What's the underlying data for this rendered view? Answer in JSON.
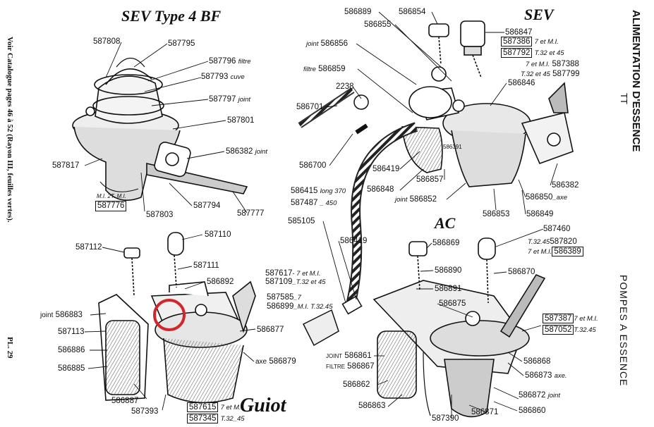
{
  "titles": {
    "sev_type": "SEV  Type 4 BF",
    "sev": "SEV",
    "ac": "AC",
    "guiot": "Guiot"
  },
  "side": {
    "left_note": "Voir Catalogue pages 46 à 52 (Rayon III, feuilles vertes).",
    "plate": "PL. 29",
    "right_top": "ALIMENTATION D'ESSENCE",
    "right_tt": "TT",
    "right_bottom": "POMPES A ESSENCE"
  },
  "labels": {
    "sev4bf": {
      "p587808": "587808",
      "p587795": "587795",
      "p587796": "587796",
      "p587796_note": "filtre",
      "p587793": "587793",
      "p587793_note": "cuve",
      "p587797": "587797",
      "p587797_note": "joint",
      "p587801": "587801",
      "p586382": "586382",
      "p586382_note": "joint",
      "p587817": "587817",
      "hand_note": "M.I. 2T. M.I.",
      "p587776": "587776",
      "p587803": "587803",
      "p587794": "587794",
      "p587777": "587777"
    },
    "guiot": {
      "p587112": "587112",
      "p587110": "587110",
      "p587111": "587111",
      "p586892": "586892",
      "p586883_prefix": "joint",
      "p586883": "586883",
      "p587113": "587113",
      "p586886": "586886",
      "p586885": "586885",
      "p586887": "586887",
      "p587393": "587393",
      "p587617": "587617",
      "p587617_note": "- 7 et M.I.",
      "p587109": "587109",
      "p587109_note": "_T.32 et 45",
      "p587585": "587585",
      "p587585_note": "_7",
      "p586899": "586899",
      "p586899_note": "_M.I. T.32.45",
      "p586877": "586877",
      "p586879_prefix": "axe",
      "p586879": "586879",
      "p587615": "587615",
      "p587615_note": "7 et M.I.",
      "p587345": "587345",
      "p587345_note": "T.32_45"
    },
    "center": {
      "p586701": "586701",
      "p2238": "2238",
      "p586700": "586700",
      "p586415": "586415",
      "p586415_note": "long 370",
      "p587487": "587487",
      "p587487_note": "450",
      "p585105": "585105",
      "p586419b": "586419"
    },
    "sev": {
      "p586889": "586889",
      "p586855": "586855",
      "p586854": "586854",
      "p586847": "586847",
      "p587386": "587386",
      "p587386_note": "7 et M.I.",
      "p587792": "587792",
      "p587792_note": "T.32 et 45",
      "p587388_note": "7 et M.I.",
      "p587388": "587388",
      "p587799_note": "T.32 et 45",
      "p587799": "587799",
      "p586856_prefix": "joint",
      "p586856": "586856",
      "p586859_prefix": "filtre",
      "p586859": "586859",
      "p586846": "586846",
      "p586391": "586391",
      "p586419": "586419",
      "p586848": "586848",
      "p586857": "586857",
      "p586852_prefix": "joint",
      "p586852": "586852",
      "p586853": "586853",
      "p586849": "586849",
      "p586850": "586850",
      "p586850_note": "_axe",
      "p586382": "586382"
    },
    "ac": {
      "p586869": "586869",
      "p587460": "587460",
      "p587820_prefix": "T.32.45",
      "p587820": "587820",
      "p586389_prefix": "7 et M.I.",
      "p586389": "586389",
      "p586890": "586890",
      "p586870": "586870",
      "p586891": "586891",
      "p586875": "586875",
      "p587387": "587387",
      "p587387_note": "7 et M.I.",
      "p587052": "587052",
      "p587052_note": "T.32.45",
      "p586861_prefix": "JOINT",
      "p586861": "586861",
      "p586867_prefix": "FILTRE",
      "p586867": "586867",
      "p586862": "586862",
      "p586868": "586868",
      "p586873": "586873",
      "p586873_note": "axe.",
      "p586863": "586863",
      "p587390": "587390",
      "p586871": "586871",
      "p586872": "586872",
      "p586872_note": "joint",
      "p586860": "586860"
    }
  },
  "colors": {
    "ink": "#111111",
    "highlight": "#d0262c"
  }
}
